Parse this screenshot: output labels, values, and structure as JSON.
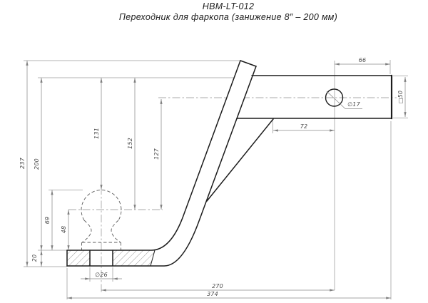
{
  "title": {
    "model": "HBM-LT-012",
    "description": "Переходник для фаркопа (занижение 8″ – 200 мм)"
  },
  "dims": {
    "total_height": "237",
    "drop": "200",
    "plate_thickness": "20",
    "ball_top_to_plate": "69",
    "ball_center_to_plate": "48",
    "tube_top_to_ball_top": "131",
    "tube_top_to_ball_center": "152",
    "tube_axis_to_ball_center": "127",
    "hole_to_end": "66",
    "tube_section": "□50",
    "tube_hole_dia": "∅17",
    "brace_to_hole": "72",
    "plate_hole_dia": "∅26",
    "ball_to_hole": "270",
    "overall_length": "374"
  },
  "colors": {
    "outline": "#1c1c1c",
    "thin_lines": "#8a8a8a",
    "label_text": "#4a4a4a"
  }
}
